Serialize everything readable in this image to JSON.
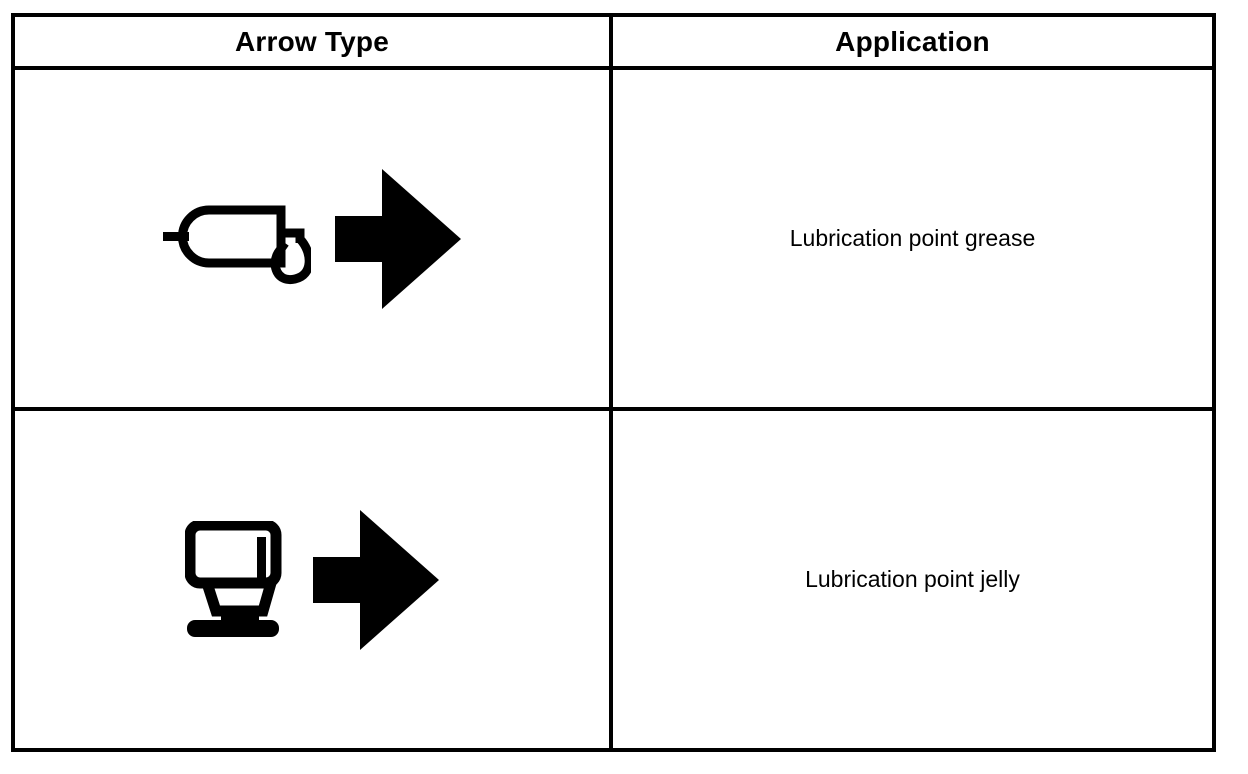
{
  "table": {
    "columns": [
      {
        "key": "arrow_type",
        "label": "Arrow Type"
      },
      {
        "key": "application",
        "label": "Application"
      }
    ],
    "rows": [
      {
        "arrow_icon_name": "grease-gun-icon",
        "arrow_marker_name": "block-arrow-right-icon",
        "application": "Lubrication point grease"
      },
      {
        "arrow_icon_name": "jelly-dispenser-icon",
        "arrow_marker_name": "block-arrow-right-icon",
        "application": "Lubrication point jelly"
      }
    ]
  },
  "colors": {
    "ink": "#000000",
    "paper": "#ffffff",
    "border": "#000000"
  }
}
